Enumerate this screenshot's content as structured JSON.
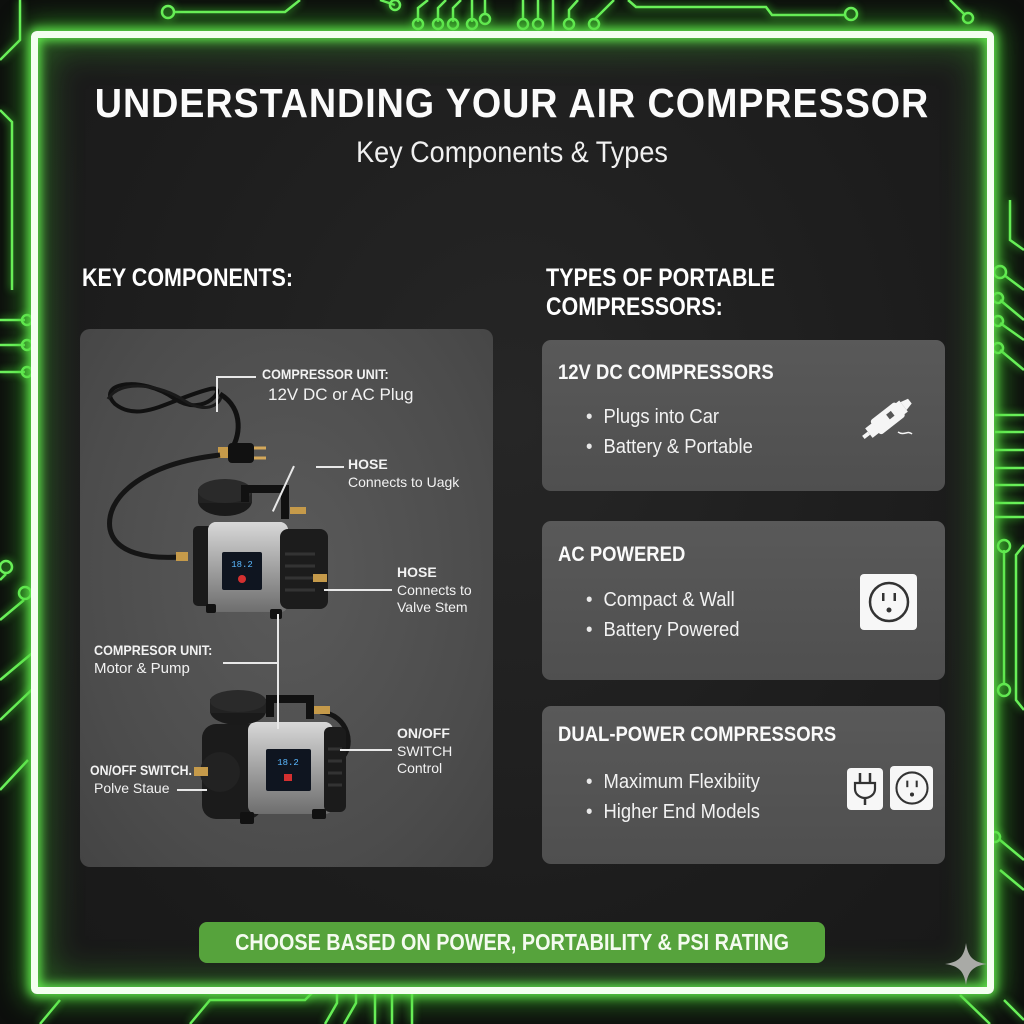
{
  "header": {
    "title": "UNDERSTANDING YOUR AIR COMPRESSOR",
    "subtitle": "Key Components & Types"
  },
  "left_section": {
    "heading": "KEY COMPONENTS:",
    "callouts": [
      {
        "title": "COMPRESSOR UNIT:",
        "detail": "12V DC or AC Plug"
      },
      {
        "title": "HOSE",
        "detail": "Connects to Uagk"
      },
      {
        "title": "HOSE",
        "detail": "Connects to Valve Stem"
      },
      {
        "title": "COMPRESOR UNIT:",
        "detail": "Motor & Pump"
      },
      {
        "title": "ON/OFF",
        "detail": "SWITCH Control"
      },
      {
        "title": "ON/OFF SWITCH.",
        "detail": "Polve Staue"
      }
    ],
    "display_readout": "18.2"
  },
  "right_section": {
    "heading": "TYPES OF PORTABLE COMPRESSORS:",
    "cards": [
      {
        "title": "12V DC COMPRESSORS",
        "bullets": [
          "Plugs into Car",
          "Battery & Portable"
        ],
        "icon": "car-charger-plug-icon"
      },
      {
        "title": "AC POWERED",
        "bullets": [
          "Compact & Wall",
          "Battery Powered"
        ],
        "icon": "wall-outlet-icon"
      },
      {
        "title": "DUAL-POWER COMPRESSORS",
        "bullets": [
          "Maximum Flexibiity",
          "Higher End Models"
        ],
        "icon": "plug-and-outlet-icon"
      }
    ]
  },
  "footer": {
    "banner": "CHOOSE BASED ON POWER, PORTABILITY & PSI RATING"
  },
  "colors": {
    "neon_green": "#6cf25c",
    "frame_white": "#f4fff0",
    "banner_green": "#56a33c",
    "panel_gray": "#555555",
    "background": "#1d1d1d"
  }
}
